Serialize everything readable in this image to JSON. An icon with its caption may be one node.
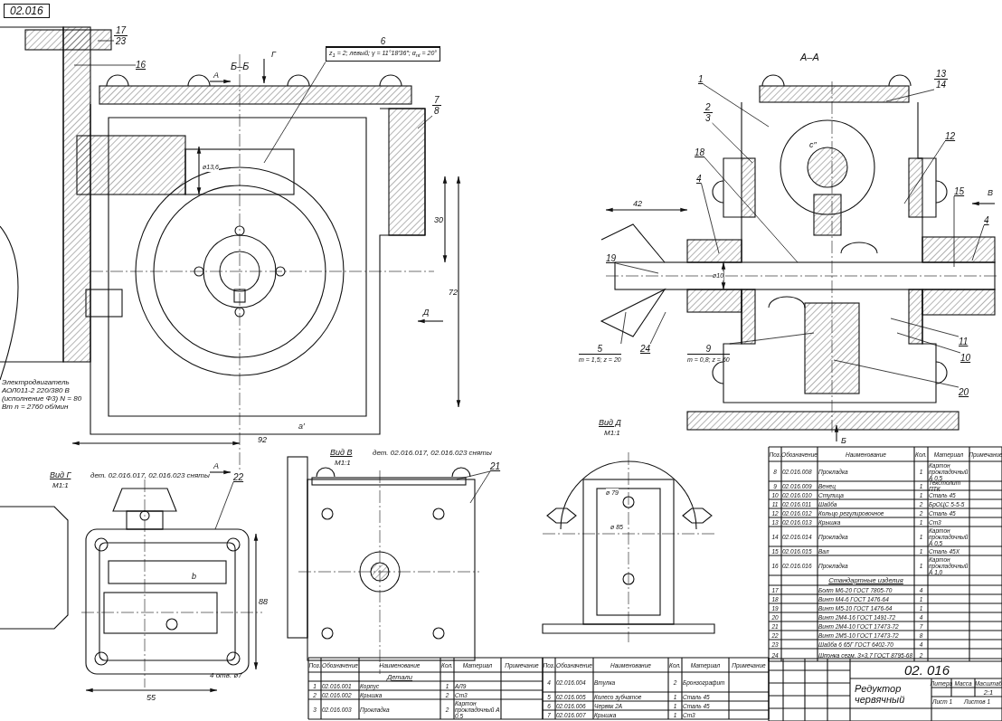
{
  "diagram": {
    "nodes": [
      {
        "text": [
          "17",
          "23"
        ]
      },
      {
        "text": [
          "16"
        ]
      },
      {
        "text": [
          "6",
          "z$_{1}$ = 2; левый; γ = 11°18′36″; α$_{nt}$ = 20°"
        ]
      },
      {
        "text": [
          "7",
          "8"
        ]
      },
      {
        "text": [
          "1"
        ]
      },
      {
        "text": [
          "2",
          "3"
        ]
      },
      {
        "text": [
          "18"
        ]
      },
      {
        "text": [
          "4"
        ]
      },
      {
        "text": [
          "13",
          "14"
        ]
      },
      {
        "text": [
          "12"
        ]
      },
      {
        "text": [
          "15"
        ]
      },
      {
        "text": [
          "4"
        ]
      },
      {
        "text": [
          "19"
        ]
      },
      {
        "text": [
          "24"
        ]
      },
      {
        "text": [
          "5",
          "m = 1,5; z = 20"
        ]
      },
      {
        "text": [
          "9",
          "m = 0,8; z = 60"
        ]
      },
      {
        "text": [
          "11"
        ]
      },
      {
        "text": [
          "10"
        ]
      },
      {
        "text": [
          "20"
        ]
      },
      {
        "text": [
          "22"
        ]
      },
      {
        "text": [
          "21"
        ]
      }
    ],
    "edges": [
      {
        "from": 0,
        "to": null,
        "arrow": "none"
      },
      {
        "from": 1,
        "to": null,
        "arrow": "none"
      },
      {
        "from": 2,
        "to": null,
        "arrow": "none"
      },
      {
        "from": 3,
        "to": null,
        "arrow": "none"
      },
      {
        "from": 4,
        "to": null,
        "arrow": "none"
      },
      {
        "from": 5,
        "to": null,
        "arrow": "none"
      },
      {
        "from": 6,
        "to": null,
        "arrow": "none"
      },
      {
        "from": 7,
        "to": null,
        "arrow": "none"
      },
      {
        "from": 8,
        "to": null,
        "arrow": "none"
      },
      {
        "from": 9,
        "to": null,
        "arrow": "none"
      },
      {
        "from": 10,
        "to": null,
        "arrow": "none"
      },
      {
        "from": 11,
        "to": null,
        "arrow": "none"
      },
      {
        "from": 12,
        "to": null,
        "arrow": "none"
      },
      {
        "from": 13,
        "to": null,
        "arrow": "none"
      },
      {
        "from": 14,
        "to": null,
        "arrow": "none"
      },
      {
        "from": 15,
        "to": null,
        "arrow": "none"
      },
      {
        "from": 16,
        "to": null,
        "arrow": "none"
      },
      {
        "from": 17,
        "to": null,
        "arrow": "none"
      },
      {
        "from": 18,
        "to": null,
        "arrow": "none"
      },
      {
        "from": 19,
        "to": null,
        "arrow": "none"
      },
      {
        "from": 20,
        "to": null,
        "arrow": "none"
      },
      {
        "from": 20,
        "to": null,
        "arrow": "none"
      }
    ],
    "labels": [
      "02.016",
      "Б–Б",
      "А–А",
      "А",
      "Г",
      "ø13,6",
      "30",
      "72",
      "Д",
      "a′",
      "92",
      "А",
      "Электродвигатель АОЛ011-2 220/380 В (исполнение Ф3) N = 80 Вт n = 2760 об/мин",
      "c″",
      "В",
      "42",
      "ø10",
      "Б",
      "Вид Г",
      "М1:1",
      "дет. 02.016.017, 02.016.023 сняты",
      "Вид В",
      "М1:1",
      "дет. 02.016.017, 02.016.023 сняты",
      "Вид Д",
      "М1:1",
      "b",
      "88",
      "4 отв. ø7",
      "55",
      "ø 79",
      "ø 85",
      "Поз.",
      "Обозначение",
      "Наименование",
      "Кол.",
      "Материал",
      "Примечание",
      "Детали",
      "1",
      "02.016.001",
      "Корпус",
      "1",
      "АЛ9",
      "2",
      "02.016.002",
      "Крышка",
      "2",
      "Ст3",
      "3",
      "02.016.003",
      "Прокладка",
      "2",
      "Картон прокладочный А 0,5",
      "Поз.",
      "Обозначение",
      "Наименование",
      "Кол.",
      "Материал",
      "Примечание",
      "4",
      "02.016.004",
      "Втулка",
      "2",
      "Бронзографит",
      "5",
      "02.016.005",
      "Колесо зубчатое",
      "1",
      "Сталь 45",
      "6",
      "02.016.006",
      "Червяк 2А",
      "1",
      "Сталь 45",
      "7",
      "02.016.007",
      "Крышка",
      "1",
      "Ст3",
      "Поз.",
      "Обозначение",
      "Наименование",
      "Кол.",
      "Материал",
      "Примечание",
      "8",
      "02.016.008",
      "Прокладка",
      "1",
      "Картон прокладочный А 0,5",
      "9",
      "02.016.009",
      "Венец",
      "1",
      "Текстолит ПТК",
      "10",
      "02.016.010",
      "Ступица",
      "1",
      "Сталь 45",
      "11",
      "02.016.011",
      "Шайба",
      "2",
      "БрОЦС 5-5-5",
      "12",
      "02.016.012",
      "Кольцо регулировочное",
      "2",
      "Сталь 45",
      "13",
      "02.016.013",
      "Крышка",
      "1",
      "Ст3",
      "14",
      "02.016.014",
      "Прокладка",
      "1",
      "Картон прокладочный А 0,5",
      "15",
      "02.016.015",
      "Вал",
      "1",
      "Сталь 45Х",
      "16",
      "02.016.016",
      "Прокладка",
      "1",
      "Картон прокладочный А 1,0",
      "Стандартные изделия",
      "17",
      "Болт М6-20 ГОСТ 7805-70",
      "4",
      "18",
      "Винт М4-6 ГОСТ 1476-64",
      "1",
      "19",
      "Винт М5-10 ГОСТ 1476-64",
      "1",
      "20",
      "Винт 2М4-16 ГОСТ 1491-72",
      "4",
      "21",
      "Винт 2М4-10 ГОСТ 17473-72",
      "7",
      "22",
      "Винт 2М5-10 ГОСТ 17473-72",
      "8",
      "23",
      "Шайба 6 65Г ГОСТ 6402-70",
      "4",
      "24",
      "Шпонка сегм. 3×3,7 ГОСТ 8795-68",
      "2",
      "02. 016",
      "Редуктор червячный",
      "Литера",
      "Масса",
      "Масштаб",
      "2:1",
      "Лист 1",
      "Листов 1"
    ]
  }
}
